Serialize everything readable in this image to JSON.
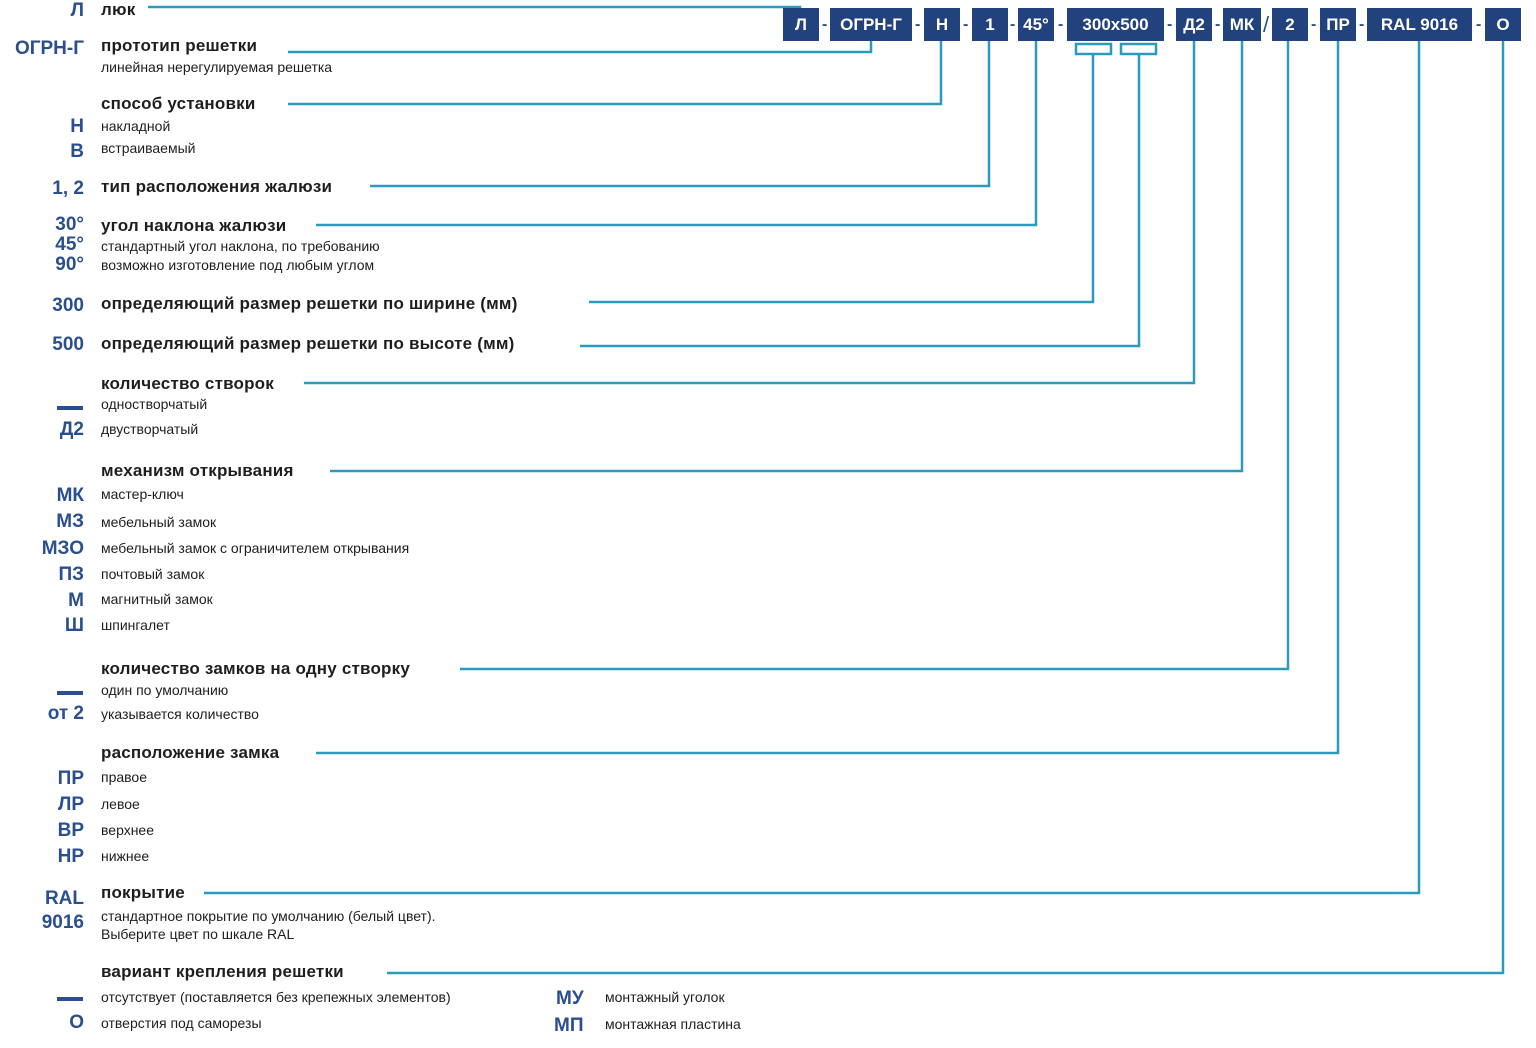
{
  "colors": {
    "accent": "#2a9bbd",
    "box": "#22427e",
    "code": "#2a4f8f"
  },
  "code_boxes": [
    {
      "label": "Л"
    },
    {
      "label": "ОГРН-Г"
    },
    {
      "label": "Н"
    },
    {
      "label": "1"
    },
    {
      "label": "45°"
    },
    {
      "label": "300х500"
    },
    {
      "label": "Д2"
    },
    {
      "label": "МК"
    },
    {
      "label": "2"
    },
    {
      "label": "ПР"
    },
    {
      "label": "RAL 9016"
    },
    {
      "label": "О"
    }
  ],
  "separators": {
    "dash": "-",
    "slash": "/"
  },
  "sections": {
    "luk": {
      "code": "Л",
      "title": "люк"
    },
    "prototype": {
      "code": "ОГРН-Г",
      "title": "прототип решетки",
      "desc": "линейная нерегулируемая решетка"
    },
    "install": {
      "title": "способ установки",
      "options": [
        {
          "code": "Н",
          "text": "накладной"
        },
        {
          "code": "В",
          "text": "встраиваемый"
        }
      ]
    },
    "louvre_type": {
      "code": "1, 2",
      "title": "тип расположения жалюзи"
    },
    "angle": {
      "title": "угол наклона жалюзи",
      "codes": [
        "30°",
        "45°",
        "90°"
      ],
      "desc": [
        "стандартный угол наклона, по требованию",
        "возможно изготовление под любым углом"
      ]
    },
    "width": {
      "code": "300",
      "title": "определяющий размер решетки по ширине (мм)"
    },
    "height": {
      "code": "500",
      "title": "определяющий размер решетки по высоте (мм)"
    },
    "leaves": {
      "title": "количество створок",
      "options": [
        {
          "code": "",
          "text": "одностворчатый"
        },
        {
          "code": "Д2",
          "text": "двустворчатый"
        }
      ]
    },
    "mechanism": {
      "title": "механизм открывания",
      "options": [
        {
          "code": "МК",
          "text": "мастер-ключ"
        },
        {
          "code": "МЗ",
          "text": "мебельный замок"
        },
        {
          "code": "МЗО",
          "text": "мебельный замок с ограничителем открывания"
        },
        {
          "code": "ПЗ",
          "text": "почтовый замок"
        },
        {
          "code": "М",
          "text": "магнитный замок"
        },
        {
          "code": "Ш",
          "text": "шпингалет"
        }
      ]
    },
    "locks": {
      "title": "количество замков на одну створку",
      "options": [
        {
          "code": "",
          "text": "один по умолчанию"
        },
        {
          "code": "от 2",
          "text": "указывается количество"
        }
      ]
    },
    "lock_position": {
      "title": "расположение замка",
      "options": [
        {
          "code": "ПР",
          "text": "правое"
        },
        {
          "code": "ЛР",
          "text": "левое"
        },
        {
          "code": "ВР",
          "text": "верхнее"
        },
        {
          "code": "НР",
          "text": "нижнее"
        }
      ]
    },
    "coating": {
      "codes": [
        "RAL",
        "9016"
      ],
      "title": "покрытие",
      "desc": [
        "стандартное покрытие по умолчанию (белый цвет).",
        "Выберите цвет по шкале RAL"
      ]
    },
    "mounting": {
      "title": "вариант крепления решетки",
      "options": [
        {
          "code": "",
          "text": "отсутствует (поставляется без крепежных элементов)"
        },
        {
          "code": "О",
          "text": "отверстия под саморезы"
        },
        {
          "code": "МУ",
          "text": "монтажный уголок"
        },
        {
          "code": "МП",
          "text": "монтажная пластина"
        }
      ]
    }
  }
}
